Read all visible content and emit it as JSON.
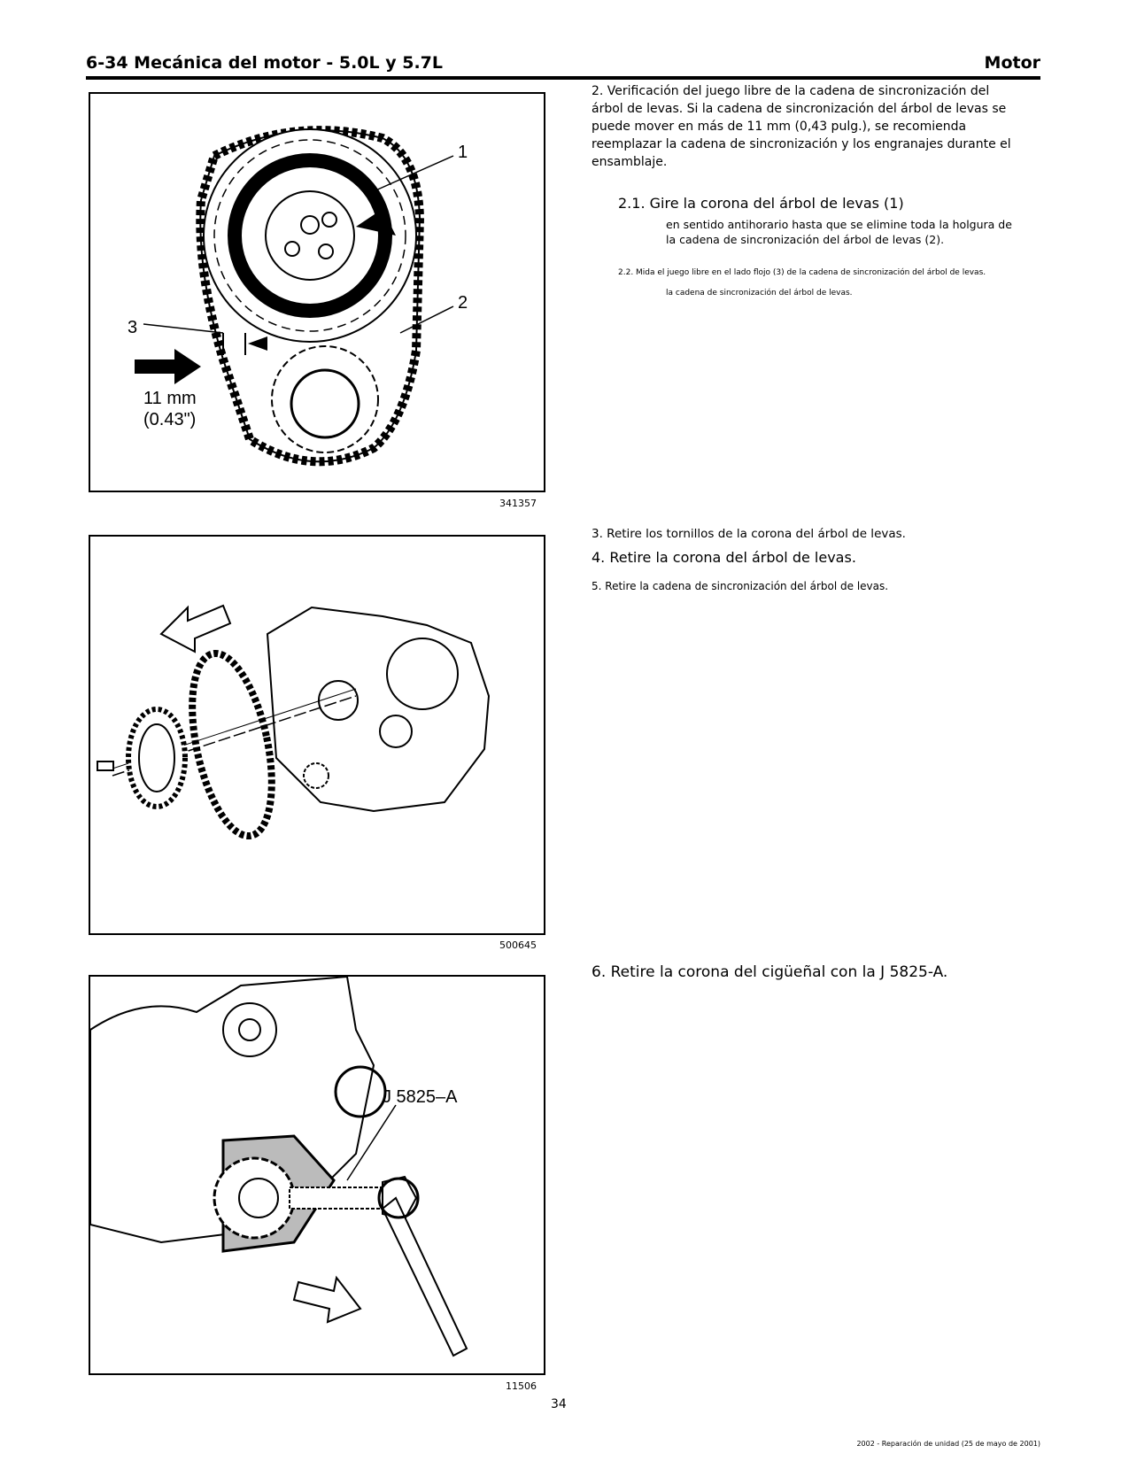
{
  "header": {
    "title": "6-34 Mecánica del motor - 5.0L y 5.7L",
    "section": "Motor"
  },
  "figures": [
    {
      "id": "341357",
      "callouts": [
        "1",
        "2",
        "3"
      ],
      "measure_mm": "11 mm",
      "measure_in": "(0.43\")"
    },
    {
      "id": "500645"
    },
    {
      "id": "11506",
      "tool_label": "J 5825–A"
    }
  ],
  "steps": {
    "step2": "2. Verificación del juego libre de la cadena de sincronización del árbol de levas. Si la cadena de sincronización del árbol de levas se puede mover en más de 11 mm (0,43 pulg.), se recomienda reemplazar la cadena de sincronización y los engranajes durante el ensamblaje.",
    "step2_1_title": "2.1. Gire la corona del árbol de levas (1)",
    "step2_1_body": "en sentido antihorario hasta que se elimine toda la holgura de la cadena de sincronización del árbol de levas (2).",
    "step2_2": "2.2. Mida el juego libre en el lado flojo (3) de la cadena de sincronización del árbol de levas.",
    "step2_2_cont": "la cadena de sincronización del árbol de levas.",
    "step3": "3. Retire los tornillos de la corona del árbol de levas.",
    "step4": "4. Retire la corona del árbol de levas.",
    "step5": "5. Retire la cadena de sincronización del árbol de levas.",
    "step6": "6. Retire la corona del cigüeñal con la J 5825-A."
  },
  "page_number": "34",
  "footer": "2002 - Reparación de unidad (25 de mayo de 2001)"
}
